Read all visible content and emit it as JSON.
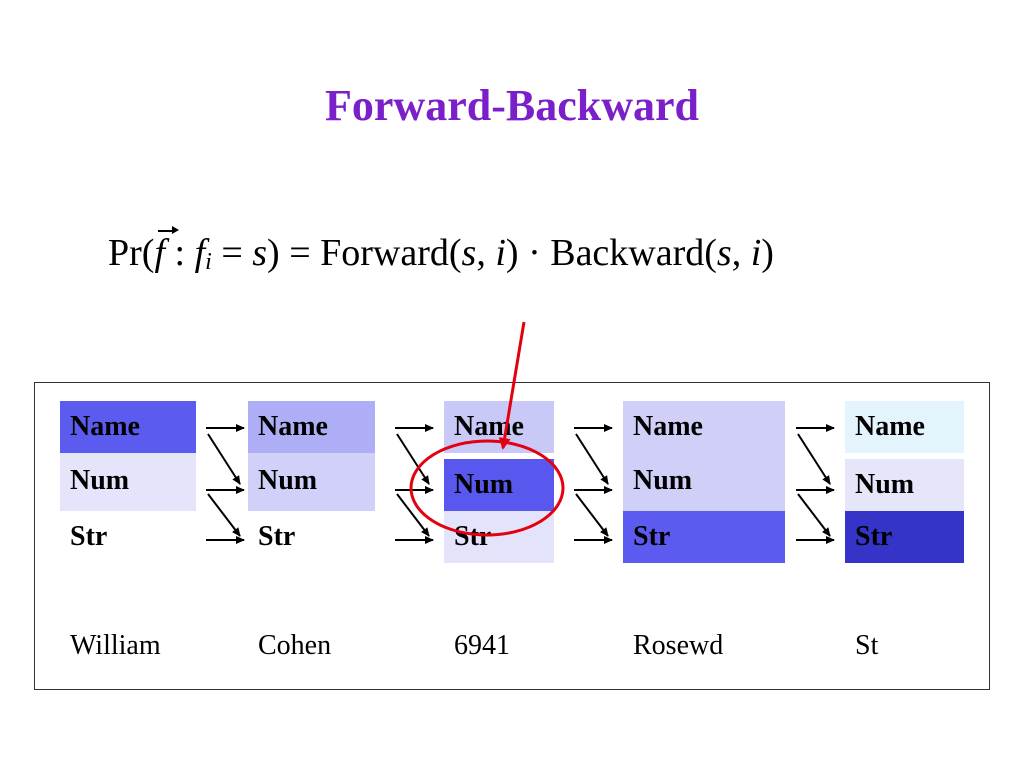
{
  "title": "Forward-Backward",
  "formula": {
    "pr": "Pr(",
    "vec_f": "f",
    "colon": " : ",
    "f": "f",
    "sub_i": "i",
    "eq1": " = ",
    "s1": "s",
    "close1": ")",
    "eq2": " = ",
    "forward": "Forward(",
    "s2": "s",
    "comma1": ", ",
    "i1": "i",
    "close2": ")",
    "dot": " · ",
    "backward": "Backward(",
    "s3": "s",
    "comma2": ", ",
    "i2": "i",
    "close3": ")"
  },
  "state_labels": [
    "Name",
    "Num",
    "Str"
  ],
  "columns": [
    {
      "word": "William",
      "colors": [
        "#5b5bef",
        "#e4e4fb",
        "#ffffff"
      ]
    },
    {
      "word": "Cohen",
      "colors": [
        "#aeaef6",
        "#d0d0f8",
        "#ffffff"
      ]
    },
    {
      "word": "6941",
      "colors": [
        "#c9c9f8",
        "#5858ee",
        "#e3e3fb"
      ]
    },
    {
      "word": "Rosewd",
      "colors": [
        "#cfcff8",
        "#cfcff8",
        "#5b5bef"
      ]
    },
    {
      "word": "St",
      "colors": [
        "#e4f4fc",
        "#e6e6fb",
        "#3434c9"
      ]
    }
  ],
  "highlight": {
    "column": 2,
    "state": "Num",
    "circle_color": "#e3000f"
  }
}
